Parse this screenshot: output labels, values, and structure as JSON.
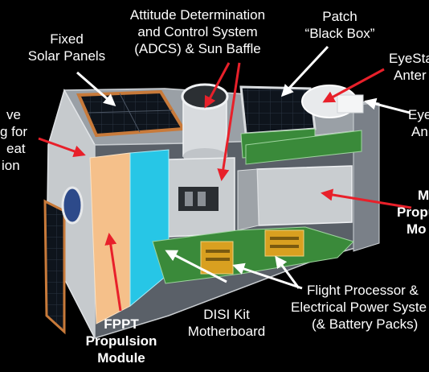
{
  "labels": {
    "fixed_solar": [
      "Fixed",
      "Solar Panels"
    ],
    "adcs": [
      "Attitude Determination",
      "and Control System",
      "(ADCS) & Sun Baffle"
    ],
    "patch": [
      "Patch",
      "“Black Box”"
    ],
    "eyestar": [
      "EyeSta",
      "Anter"
    ],
    "eye_ant": [
      "Eye",
      "An"
    ],
    "passive": [
      "ve",
      "g for",
      "eat",
      "ion"
    ],
    "module_right": [
      "M",
      "Propul",
      "Mo"
    ],
    "flight": [
      "Flight Processor &",
      "Electrical Power Syste",
      "(& Battery Packs)"
    ],
    "disi": [
      "DISI Kit",
      "Motherboard"
    ],
    "fppt": [
      "FPPT",
      "Propulsion",
      "Module"
    ]
  },
  "colors": {
    "background": "#000000",
    "arrow_red": "#e8202a",
    "arrow_white": "#ffffff",
    "solar_panel": "#101820",
    "frame_metal": "#b8bcc0",
    "fppt_orange": "#f5c08a",
    "fppt_cyan": "#27c6e6",
    "pcb_green": "#3a8a3a",
    "gold_contact": "#d9a020"
  }
}
